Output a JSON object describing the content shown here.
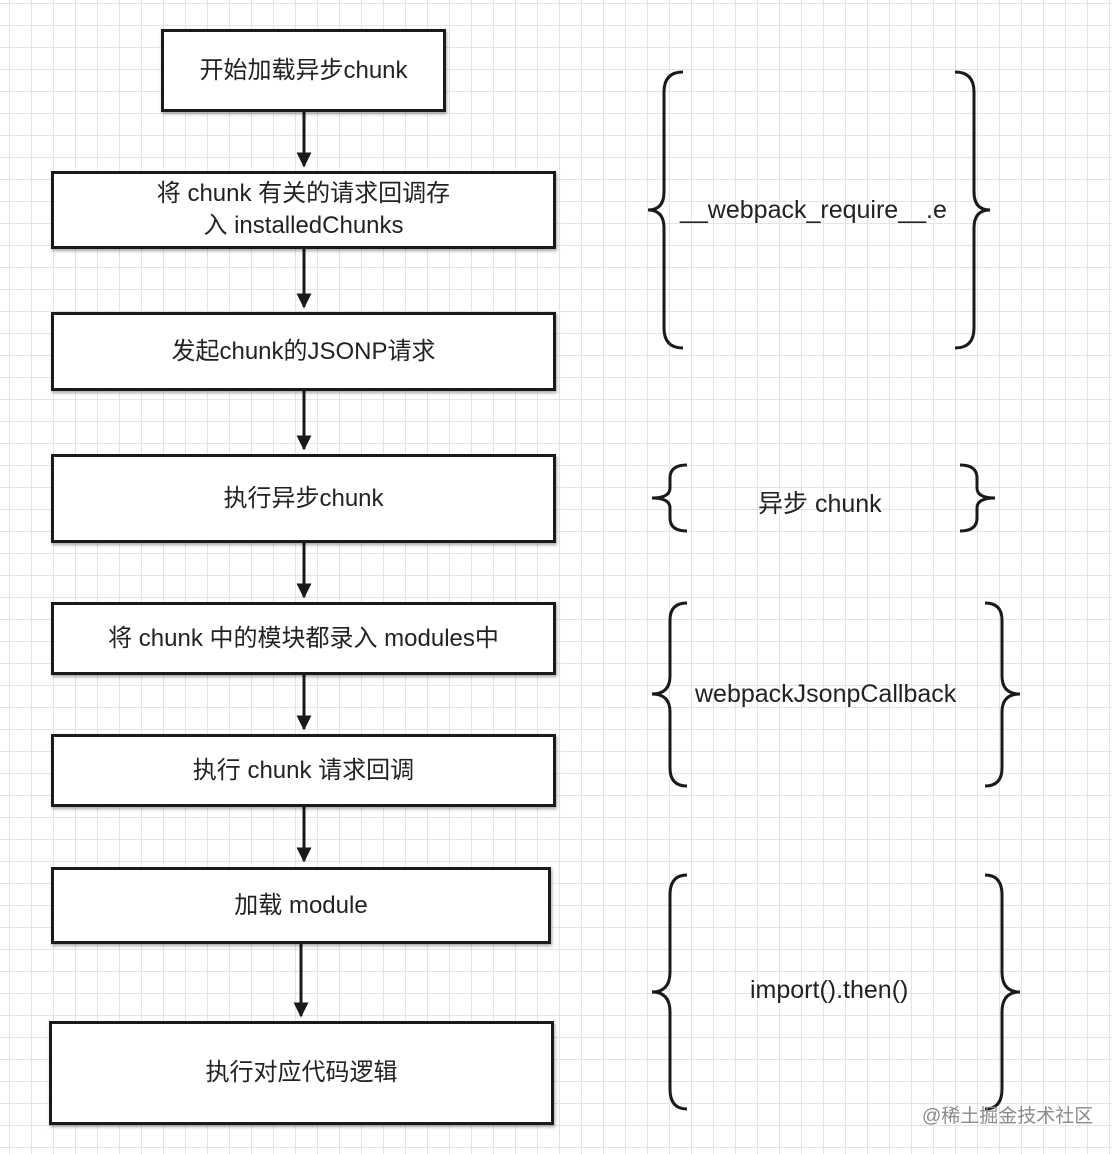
{
  "steps": [
    "开始加载异步chunk",
    "将 chunk 有关的请求回调存\n入 installedChunks",
    "发起chunk的JSONP请求",
    "执行异步chunk",
    "将 chunk 中的模块都录入 modules中",
    "执行 chunk 请求回调",
    "加载 module",
    "执行对应代码逻辑"
  ],
  "groups": [
    "__webpack_require__.e",
    "异步 chunk",
    "webpackJsonpCallback",
    "import().then()"
  ],
  "watermark": "@稀土掘金技术社区",
  "colors": {
    "stroke": "#1a1a1a",
    "text": "#222222",
    "grid": "#e4e4e4"
  }
}
